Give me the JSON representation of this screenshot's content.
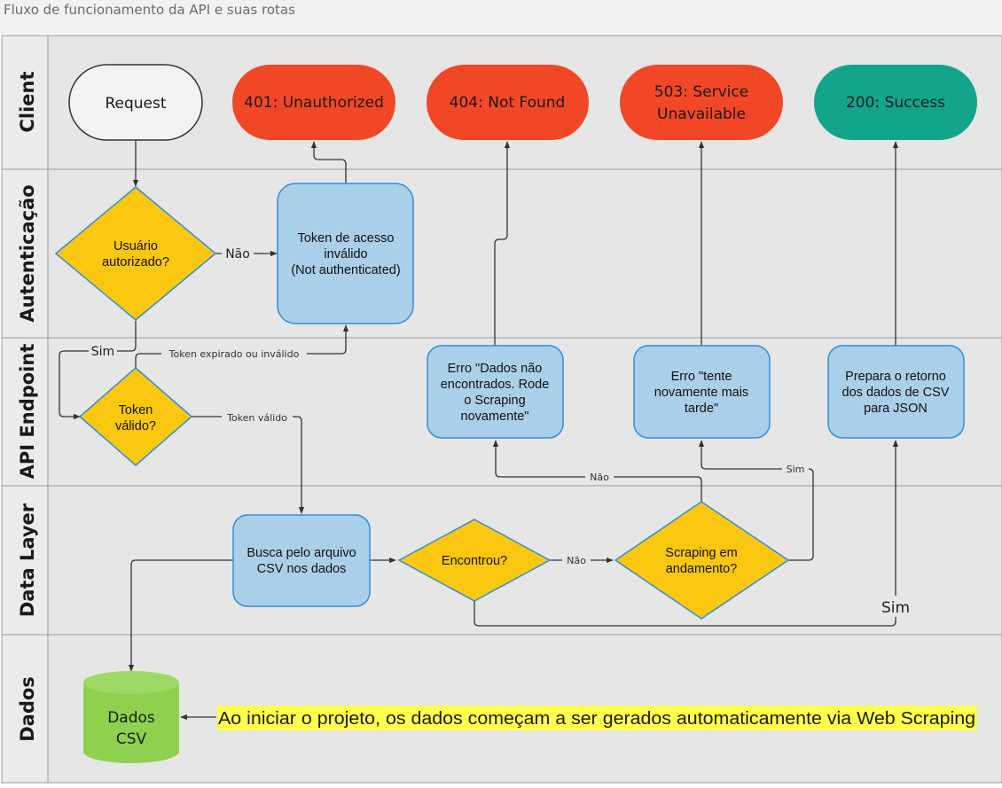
{
  "page_title": "Fluxo de funcionamento da API e suas rotas",
  "lanes": [
    "Client",
    "Autenticação",
    "API Endpoint",
    "Data Layer",
    "Dados"
  ],
  "nodes": {
    "request": "Request",
    "unauthorized": "401: Unauthorized",
    "not_found": "404: Not Found",
    "unavailable": [
      "503: Service",
      "Unavailable"
    ],
    "success": "200: Success",
    "user_authorized": [
      "Usuário",
      "autorizado?"
    ],
    "invalid_token": [
      "Token de acesso",
      "inválido",
      "(Not authenticated)"
    ],
    "token_valid": [
      "Token",
      "válido?"
    ],
    "error_not_found": [
      "Erro \"Dados não",
      "encontrados. Rode",
      "o Scraping",
      "novamente\""
    ],
    "error_retry": [
      "Erro \"tente",
      "novamente mais",
      "tarde\""
    ],
    "prepare_return": [
      "Prepara o retorno",
      "dos dados de CSV",
      "para JSON"
    ],
    "search_csv": [
      "Busca pelo arquivo",
      "CSV nos dados"
    ],
    "found": "Encontrou?",
    "scraping": [
      "Scraping em",
      "andamento?"
    ],
    "csv_data": [
      "Dados",
      "CSV"
    ]
  },
  "edge_labels": {
    "nao_auth": "Não",
    "sim_auth": "Sim",
    "token_expired": "Token expirado ou inválido",
    "token_valid": "Token válido",
    "nao_found": "Não",
    "nao_scraping": "Não",
    "sim_scraping": "Sim",
    "sim_found": "Sim"
  },
  "note": "Ao iniciar o projeto, os dados começam a ser gerados automaticamente via Web Scraping",
  "colors": {
    "red": "#f24726",
    "teal": "#12a58c",
    "yellow": "#fac710",
    "blue_fill": "#aacfe9",
    "blue_stroke": "#2f8fd8",
    "green": "#8fd14f",
    "lane_bg": "#e6e6e6",
    "highlight": "#ffff4d"
  }
}
